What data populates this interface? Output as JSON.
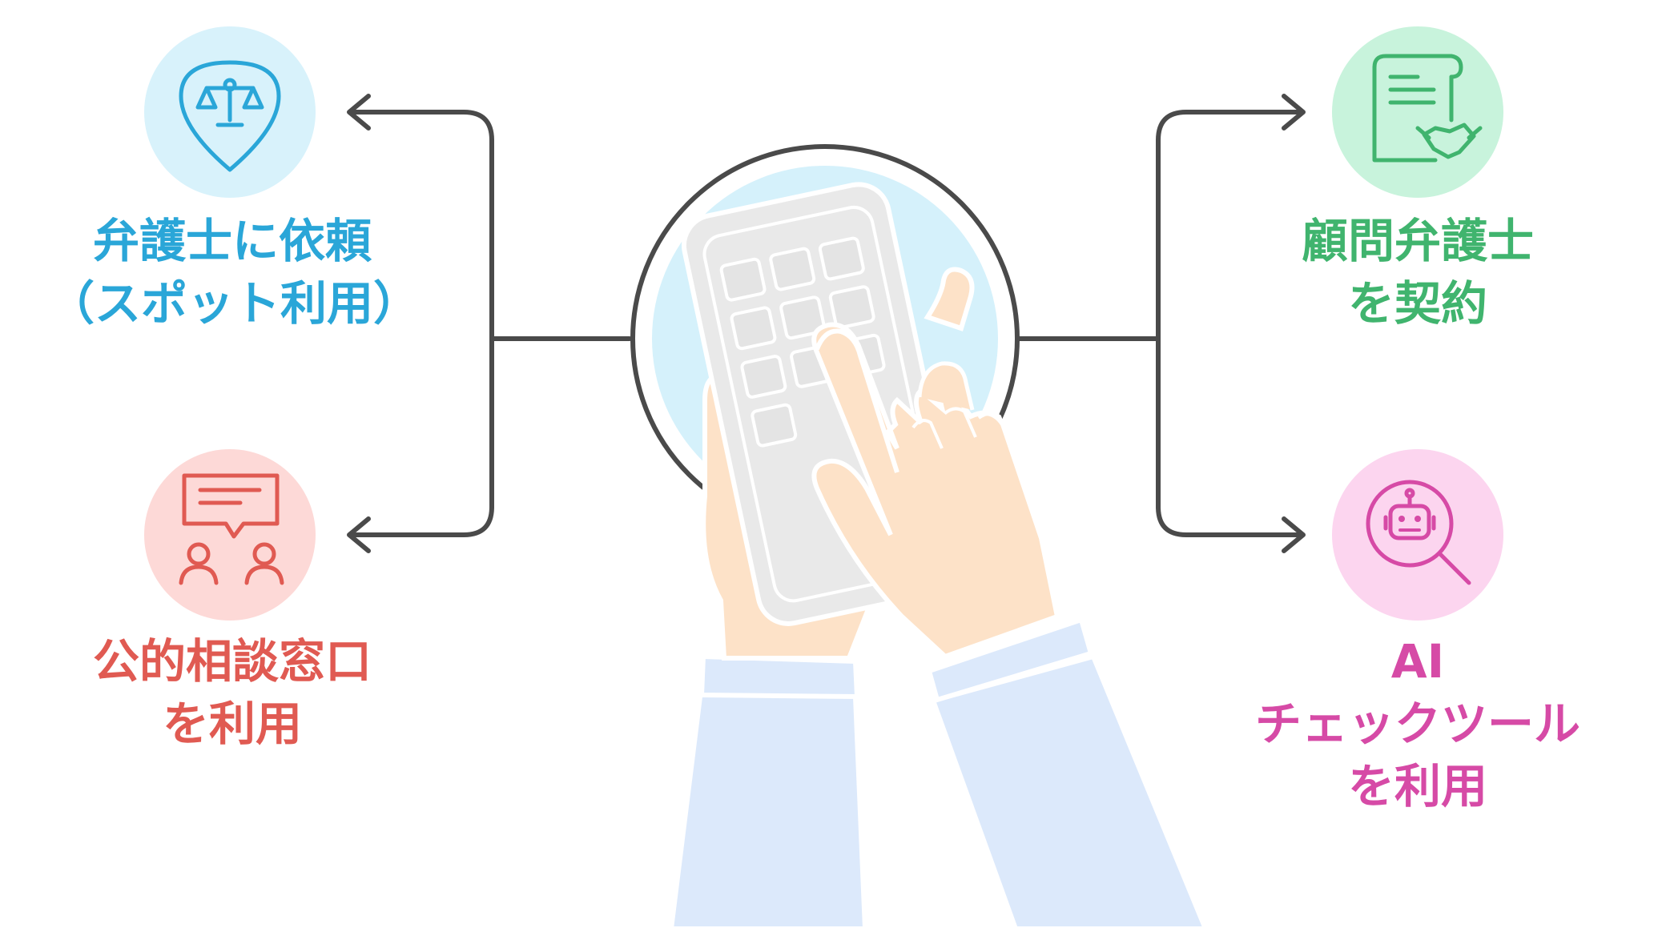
{
  "colors": {
    "connector": "#4a4a4a",
    "blue": "#2aa6d8",
    "blue_bg": "#d8f2fb",
    "red": "#e05a52",
    "red_bg": "#fdd9d7",
    "green": "#40b46e",
    "green_bg": "#c8f3dc",
    "pink": "#d64aa6",
    "pink_bg": "#fcd5ef",
    "hand": "#fde2c8",
    "sleeve": "#dce9fb",
    "phone": "#e9e9e9"
  },
  "center_illustration": {
    "icon": "hand-tapping-smartphone-icon"
  },
  "options": [
    {
      "id": "top-left",
      "icon": "scales-pin-icon",
      "lines": [
        "弁護士に依頼",
        "（スポット利用）"
      ]
    },
    {
      "id": "bottom-left",
      "icon": "consultation-chat-icon",
      "lines": [
        "公的相談窓口",
        "を利用"
      ]
    },
    {
      "id": "top-right",
      "icon": "contract-handshake-icon",
      "lines": [
        "顧問弁護士",
        "を契約"
      ]
    },
    {
      "id": "bottom-right",
      "icon": "ai-robot-search-icon",
      "lines": [
        "AI",
        "チェックツール",
        "を利用"
      ]
    }
  ]
}
